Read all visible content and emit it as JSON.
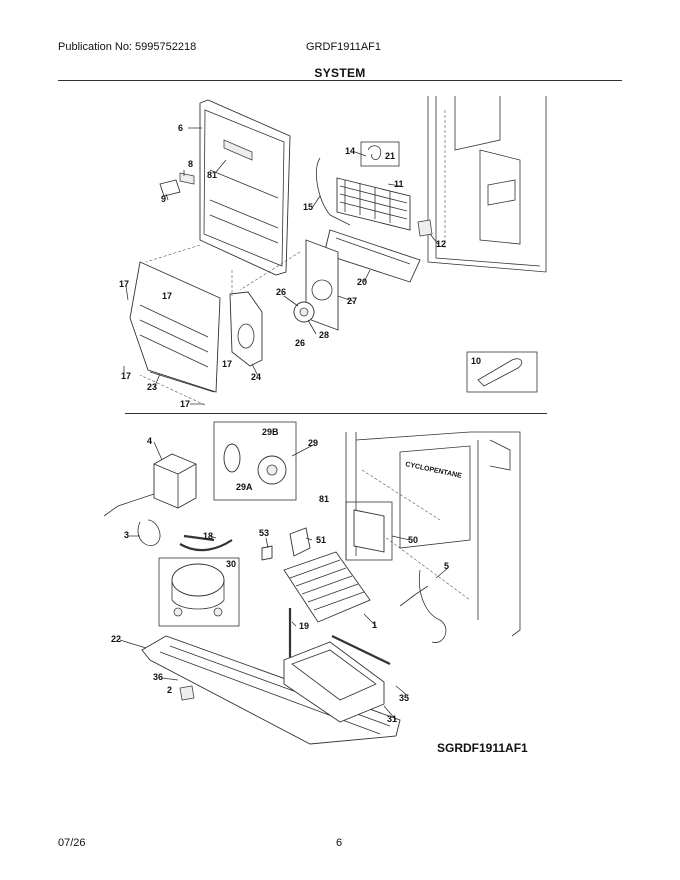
{
  "header": {
    "publication": "Publication No: 5995752218",
    "model": "GRDF1911AF1"
  },
  "title": "SYSTEM",
  "model_code": "SGRDF1911AF1",
  "footer": {
    "date": "07/26",
    "page": "6"
  },
  "callouts": [
    "6",
    "8",
    "81",
    "9",
    "14",
    "21",
    "11",
    "15",
    "12",
    "20",
    "27",
    "26",
    "28",
    "24",
    "17",
    "23",
    "10",
    "4",
    "29B",
    "29",
    "29A",
    "3",
    "18",
    "53",
    "51",
    "50",
    "30",
    "5",
    "1",
    "19",
    "22",
    "36",
    "2",
    "35",
    "31",
    "CYCLOPENTANE"
  ]
}
